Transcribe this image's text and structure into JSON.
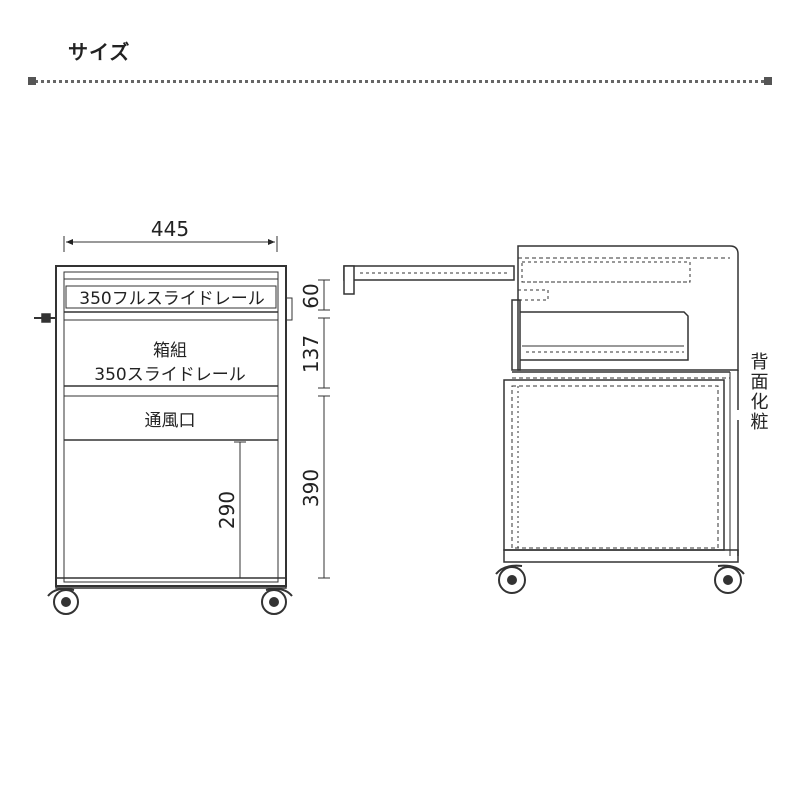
{
  "section_title": "サイズ",
  "front_view": {
    "width_dim": "445",
    "rail_top_label": "350フルスライドレール",
    "box_label_line1": "箱組",
    "box_label_line2": "350スライドレール",
    "vent_label": "通風口",
    "height_inner": "290",
    "dim_top": "60",
    "dim_middle": "137",
    "dim_bottom": "390"
  },
  "side_view": {
    "back_label": "背面化粧"
  }
}
